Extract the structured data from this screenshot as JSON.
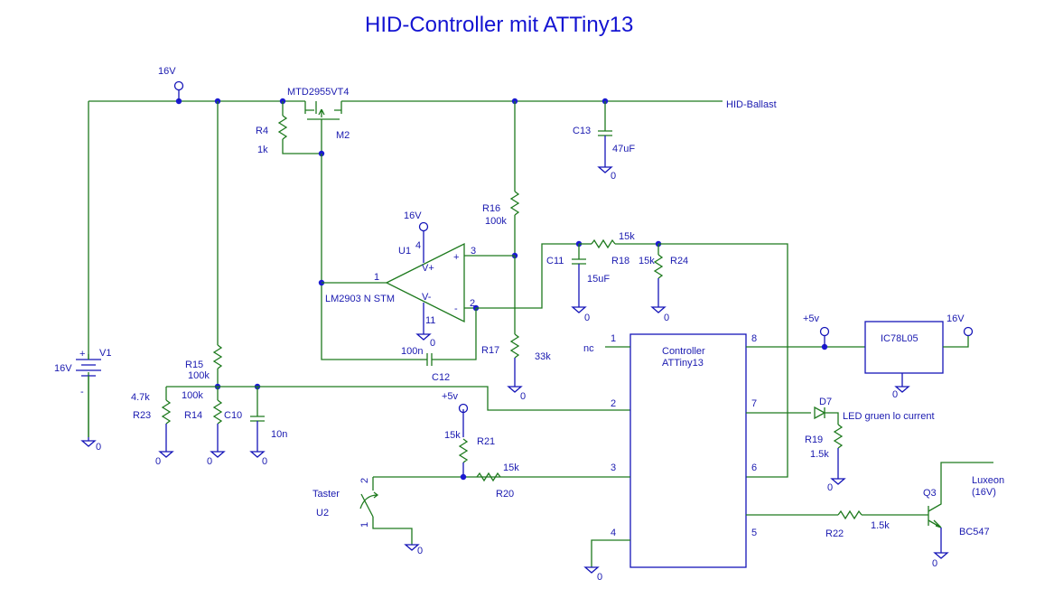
{
  "title": "HID-Controller mit ATTiny13",
  "colors": {
    "wire": "#1e7a1e",
    "symbol": "#1515b8",
    "text": "#1a1ab0",
    "title": "#1414d2",
    "junction": "#1a1ad0"
  },
  "nets": {
    "supply_16v": "16V",
    "supply_5v": "+5v",
    "ground": "0",
    "output": "HID-Ballast",
    "nc": "nc"
  },
  "components": {
    "V1": {
      "ref": "V1",
      "value": "16V",
      "plus": "+",
      "minus": "-"
    },
    "M2": {
      "ref": "M2",
      "value": "MTD2955VT4"
    },
    "R4": {
      "ref": "R4",
      "value": "1k"
    },
    "C13": {
      "ref": "C13",
      "value": "47uF"
    },
    "R16": {
      "ref": "R16",
      "value": "100k"
    },
    "U1": {
      "ref": "U1",
      "value": "LM2903 N STM",
      "pins": {
        "out": "1",
        "vplus_supply": "4",
        "in_plus": "3",
        "in_minus": "2",
        "vminus_supply": "11"
      },
      "labels": {
        "vp": "V+",
        "vm": "V-",
        "plus": "+",
        "minus": "-"
      }
    },
    "C12": {
      "ref": "C12",
      "value": "100n"
    },
    "R17": {
      "ref": "R17",
      "value": "33k"
    },
    "C11": {
      "ref": "C11",
      "value": "15uF"
    },
    "R18": {
      "ref": "R18",
      "value": "15k"
    },
    "R24": {
      "ref": "R24",
      "value": "15k"
    },
    "R15": {
      "ref": "R15",
      "value": "100k"
    },
    "R23": {
      "ref": "R23",
      "value": "4.7k"
    },
    "R14": {
      "ref": "R14",
      "value": "100k"
    },
    "C10": {
      "ref": "C10",
      "value": "10n"
    },
    "R21": {
      "ref": "R21",
      "value": "15k"
    },
    "R20": {
      "ref": "R20",
      "value": "15k"
    },
    "U2": {
      "ref": "U2",
      "value": "Taster",
      "pins": {
        "a": "2",
        "b": "1"
      }
    },
    "controller": {
      "line1": "Controller",
      "line2": "ATTiny13",
      "pins": [
        "1",
        "2",
        "3",
        "4",
        "5",
        "6",
        "7",
        "8"
      ]
    },
    "IC78L05": {
      "ref": "IC78L05"
    },
    "D7": {
      "ref": "D7",
      "value": "LED gruen lo current"
    },
    "R19": {
      "ref": "R19",
      "value": "1.5k"
    },
    "R22": {
      "ref": "R22",
      "value": "1.5k"
    },
    "Q3": {
      "ref": "Q3",
      "value": "BC547"
    },
    "luxeon": {
      "line1": "Luxeon",
      "line2": "(16V)"
    }
  }
}
